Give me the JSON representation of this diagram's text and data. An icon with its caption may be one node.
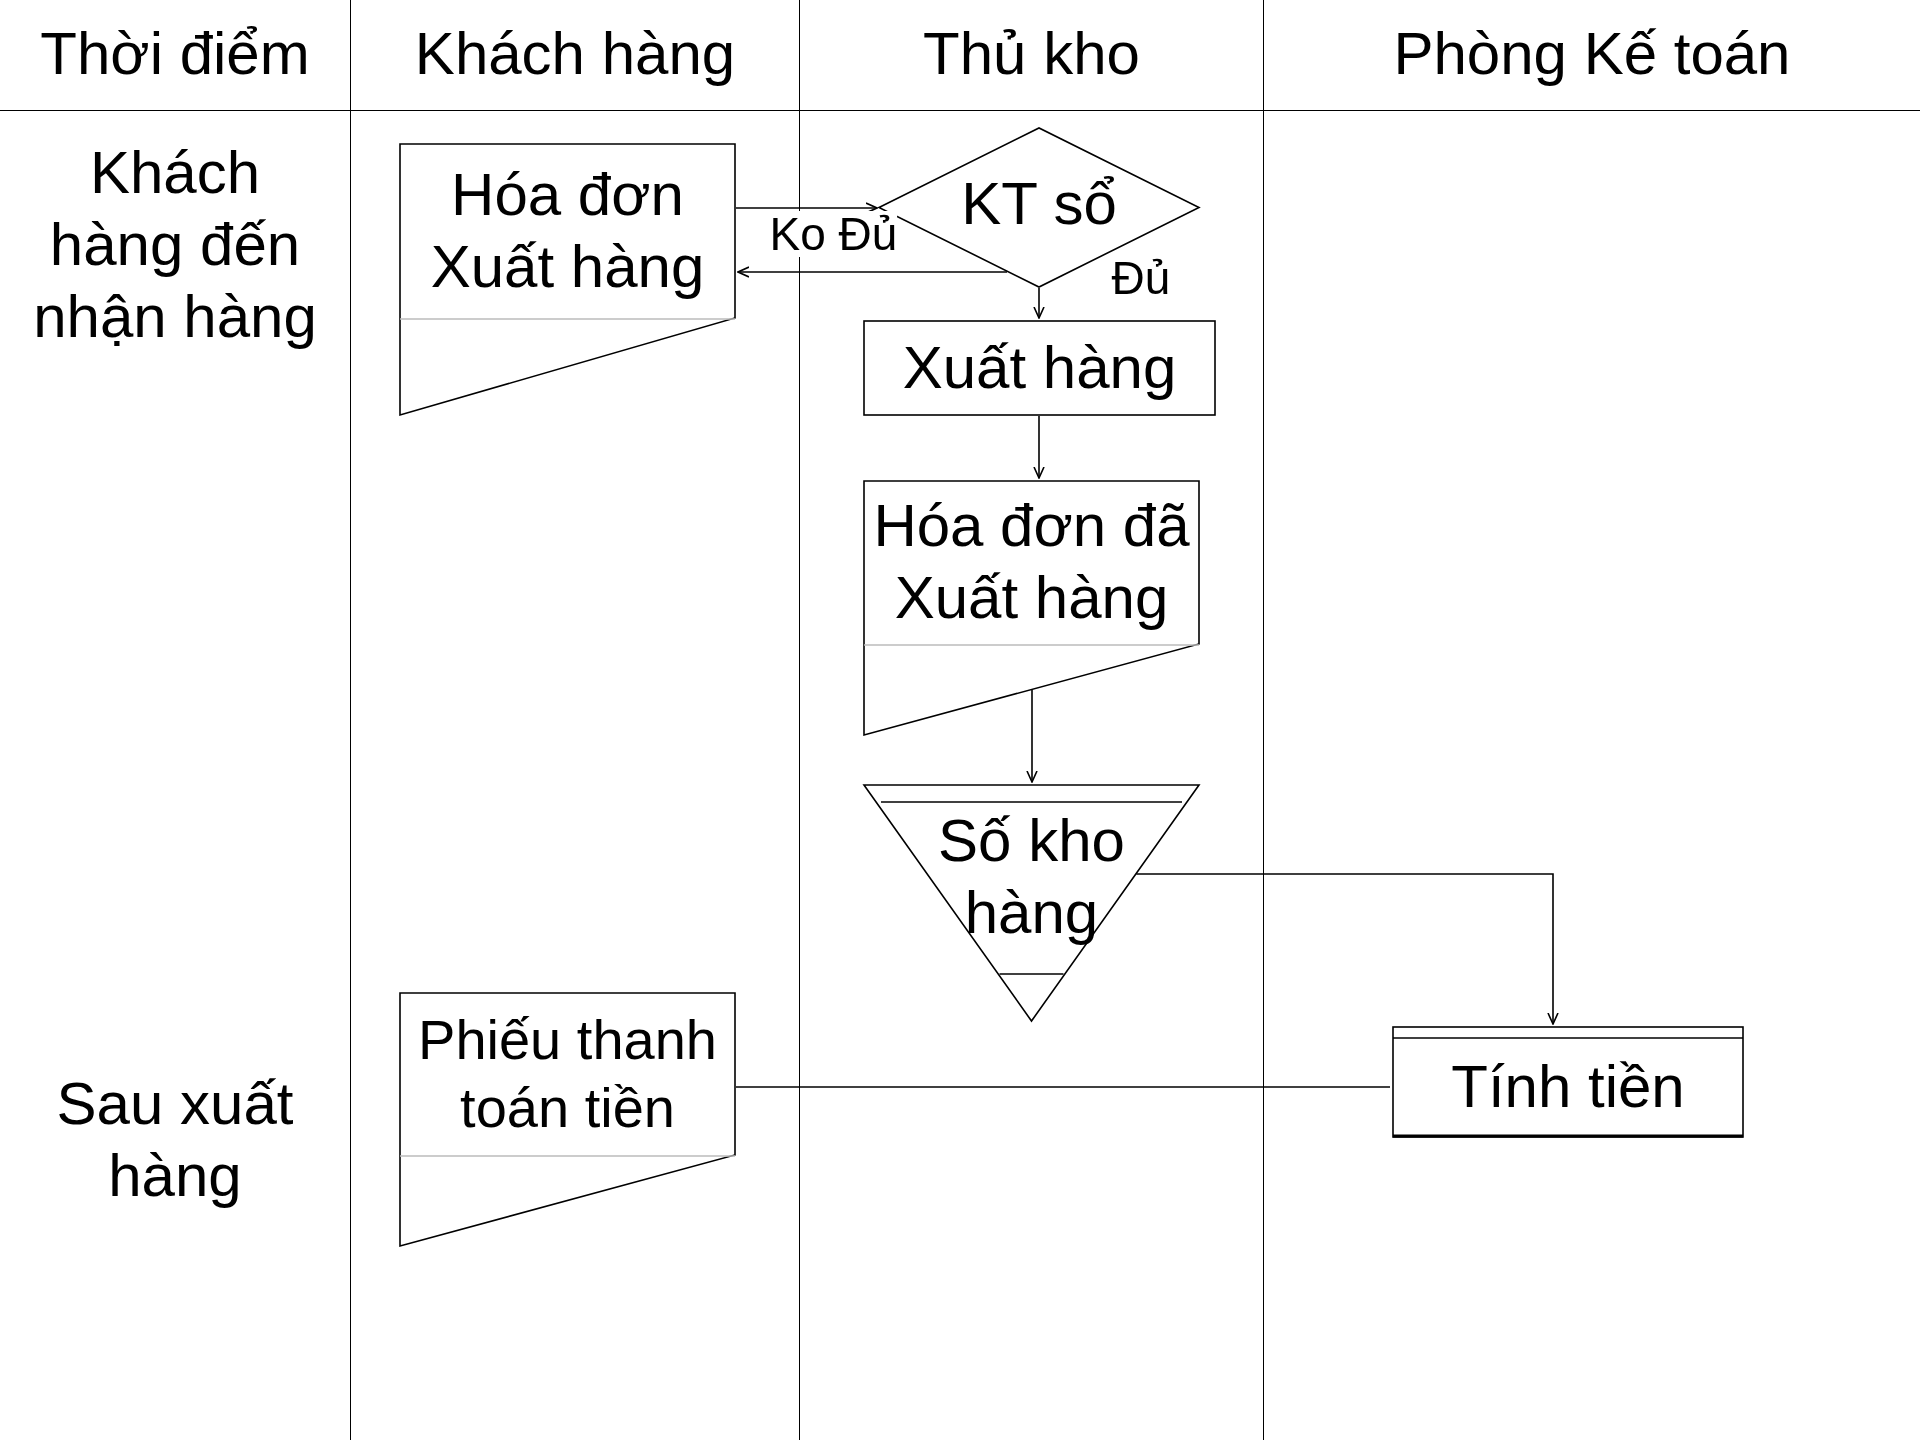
{
  "diagram": {
    "nodes": [
      {
        "text": [
          "Thời điểm"
        ]
      },
      {
        "text": [
          "Khách hàng"
        ]
      },
      {
        "text": [
          "Thủ kho"
        ]
      },
      {
        "text": [
          "Phòng Kế toán"
        ]
      },
      {
        "text": [
          "Khách hàng đến nhận hàng"
        ],
        "in": 0
      },
      {
        "text": [
          "Hóa đơn Xuất hàng"
        ],
        "in": 1
      },
      {
        "text": [
          "KT sổ"
        ],
        "in": 2
      },
      {
        "text": [
          "Xuất hàng"
        ],
        "in": 2
      },
      {
        "text": [
          "Hóa đơn đã Xuất hàng"
        ],
        "in": 2
      },
      {
        "text": [
          "Số kho hàng"
        ],
        "in": 2
      },
      {
        "text": [
          "Sau xuất hàng"
        ],
        "in": 0
      },
      {
        "text": [
          "Phiếu thanh toán tiền"
        ],
        "in": 1
      },
      {
        "text": [
          "Tính tiền"
        ],
        "in": 3
      }
    ],
    "edges": [
      {
        "from": 5,
        "to": 6,
        "arrow": "to"
      },
      {
        "from": 6,
        "to": 5,
        "arrow": "to",
        "label": "Ko Đủ"
      },
      {
        "from": 6,
        "to": 7,
        "arrow": "to",
        "label": "Đủ"
      },
      {
        "from": 7,
        "to": 8,
        "arrow": "to"
      },
      {
        "from": 8,
        "to": 9,
        "arrow": "to"
      },
      {
        "from": 9,
        "to": 12,
        "arrow": "to"
      },
      {
        "from": 11,
        "to": 12,
        "arrow": "none"
      }
    ]
  }
}
